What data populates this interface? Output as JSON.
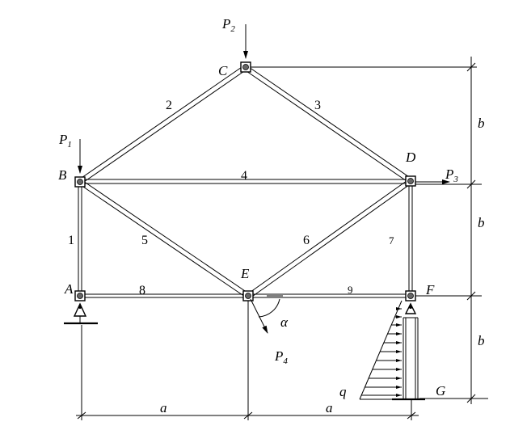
{
  "nodes": {
    "A": "A",
    "B": "B",
    "C": "C",
    "D": "D",
    "E": "E",
    "F": "F",
    "G": "G"
  },
  "members": [
    "1",
    "2",
    "3",
    "4",
    "5",
    "6",
    "7",
    "8",
    "9"
  ],
  "loads": {
    "P1": {
      "base": "P",
      "sub": "1"
    },
    "P2": {
      "base": "P",
      "sub": "2"
    },
    "P3": {
      "base": "P",
      "sub": "3"
    },
    "P4": {
      "base": "P",
      "sub": "4"
    },
    "q": "q"
  },
  "angle": "α",
  "dimensions": {
    "a_left": "a",
    "a_right": "a",
    "b_top": "b",
    "b_mid": "b",
    "b_bottom": "b"
  }
}
